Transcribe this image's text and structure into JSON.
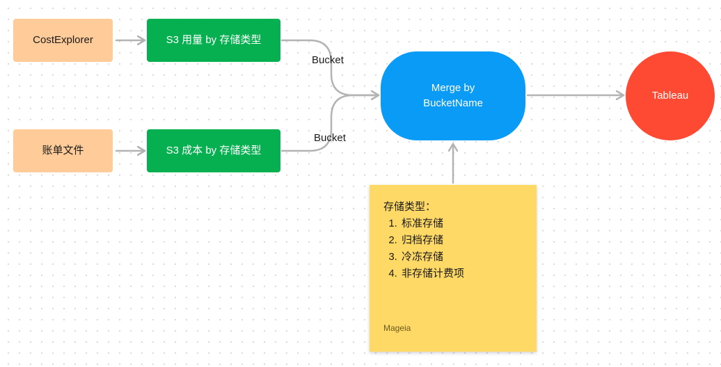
{
  "diagram": {
    "sources": {
      "cost_explorer": "CostExplorer",
      "bill_file": "账单文件"
    },
    "processes": {
      "s3_usage": "S3 用量 by 存储类型",
      "s3_cost": "S3 成本 by 存储类型"
    },
    "edge_labels": {
      "upper": "Bucket",
      "lower": "Bucket"
    },
    "merge": {
      "line1": "Merge by",
      "line2": "BucketName"
    },
    "output": "Tableau"
  },
  "sticky_note": {
    "title": "存储类型：",
    "items": [
      "标准存储",
      "归档存储",
      "冷冻存储",
      "非存储计费项"
    ],
    "author": "Mageia"
  },
  "colors": {
    "source_fill": "#ffcc99",
    "process_fill": "#06b050",
    "merge_fill": "#0a9bf7",
    "output_fill": "#ff4a33",
    "sticky_fill": "#ffd966",
    "connector": "#b3b3b3"
  }
}
